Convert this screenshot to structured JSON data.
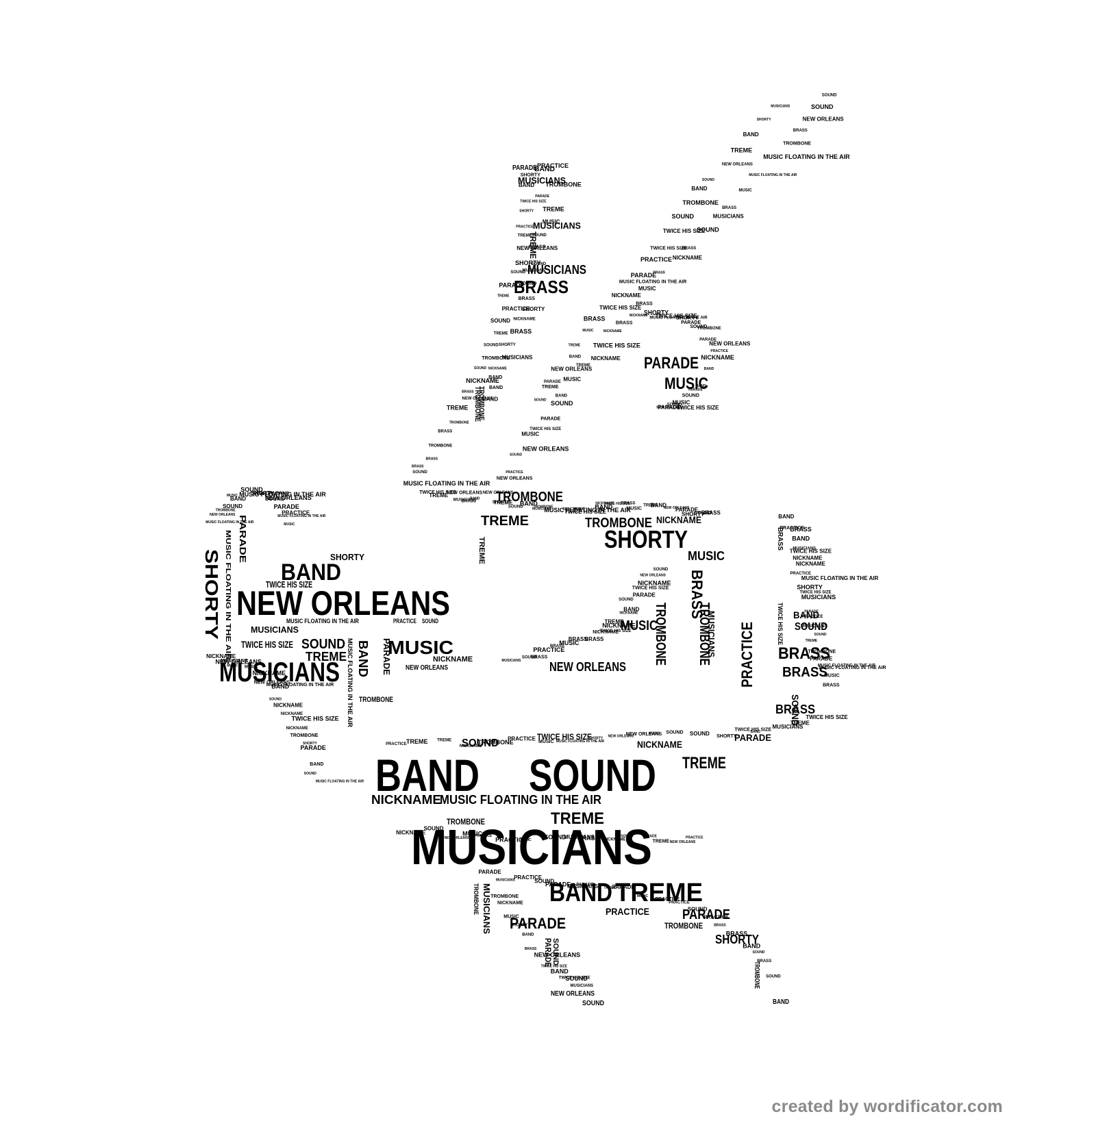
{
  "words": [
    "BAND",
    "SOUND",
    "MUSICIANS",
    "NEW ORLEANS",
    "TREME",
    "SHORTY",
    "BRASS",
    "TROMBONE",
    "PARADE",
    "MUSIC",
    "NICKNAME",
    "PRACTICE",
    "TWICE HIS SIZE",
    "MUSIC FLOATING IN THE AIR"
  ],
  "credit": "created by wordificator.com",
  "colors": {
    "text": "#000000",
    "credit": "#8a8a8a",
    "background": "#ffffff"
  }
}
